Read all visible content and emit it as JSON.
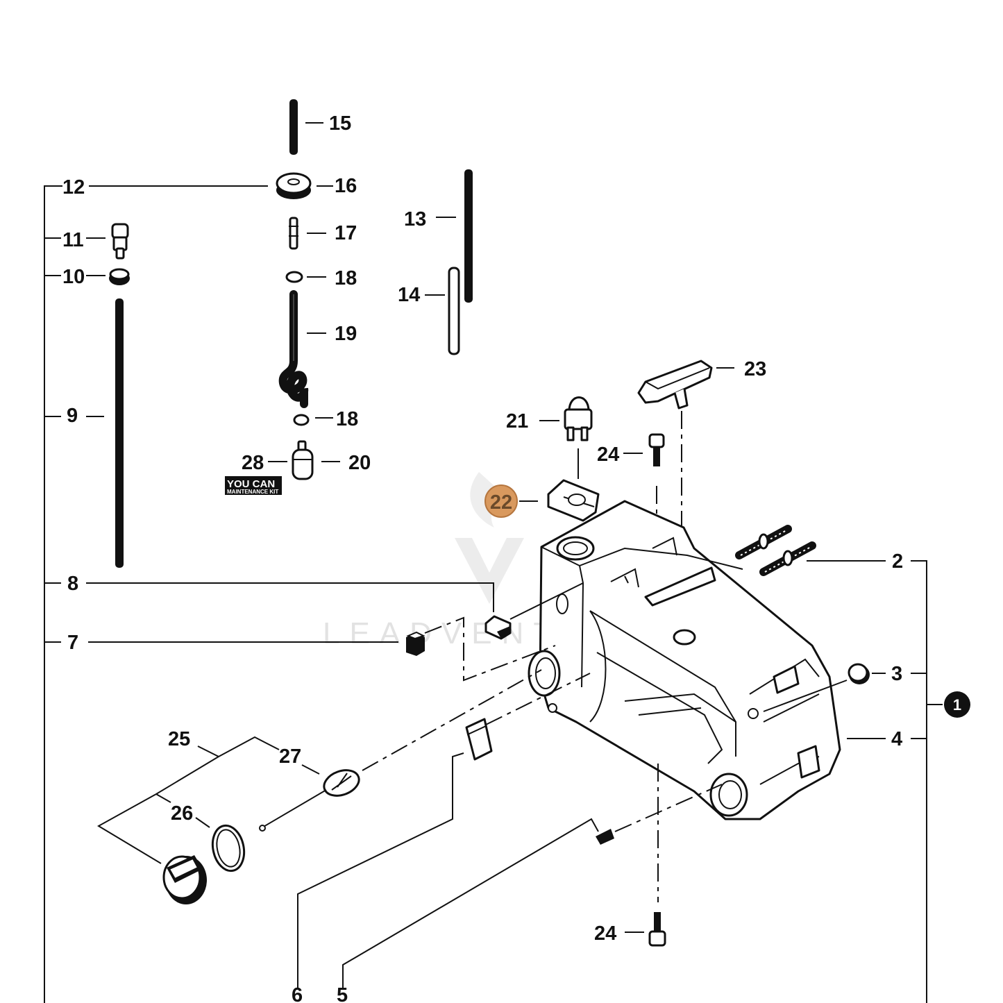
{
  "callouts": {
    "c1": "1",
    "c2": "2",
    "c3": "3",
    "c4": "4",
    "c5": "5",
    "c6": "6",
    "c7": "7",
    "c8": "8",
    "c9": "9",
    "c10": "10",
    "c11": "11",
    "c12": "12",
    "c13": "13",
    "c14": "14",
    "c15": "15",
    "c16": "16",
    "c17": "17",
    "c18a": "18",
    "c18b": "18",
    "c19": "19",
    "c20": "20",
    "c21": "21",
    "c22": "22",
    "c23": "23",
    "c24a": "24",
    "c24b": "24",
    "c25": "25",
    "c26": "26",
    "c27": "27",
    "c28": "28"
  },
  "highlighted_part": "22",
  "kit_logo": {
    "line1": "YOU CAN",
    "line2": "MAINTENANCE KIT"
  },
  "watermark": "LEADVENTURE",
  "colors": {
    "ink": "#111111",
    "highlight": "#d9995e",
    "badge": "#111111"
  }
}
